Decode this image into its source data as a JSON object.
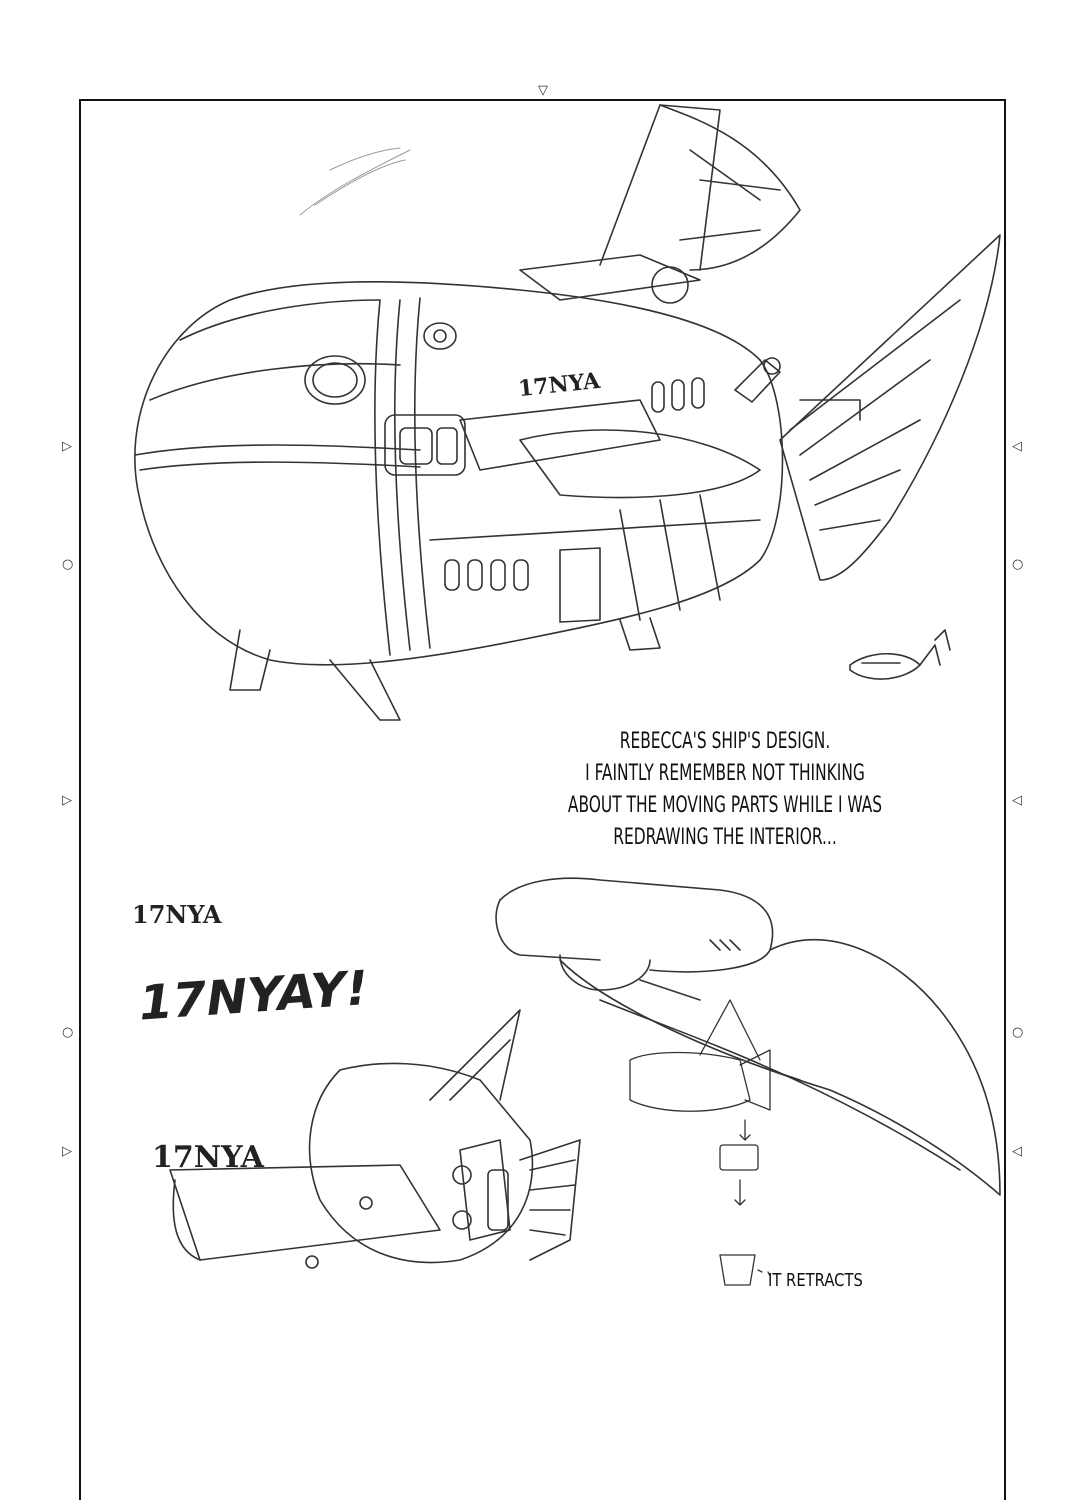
{
  "caption": {
    "line1": "REBECCA'S SHIP'S DESIGN.",
    "line2": "I FAINTLY REMEMBER NOT THINKING",
    "line3": "ABOUT THE MOVING PARTS WHILE I WAS",
    "line4": "REDRAWING THE INTERIOR..."
  },
  "note": "IT RETRACTS",
  "logos": {
    "hull": "17NYA",
    "sketch1": "17NYA",
    "sketch2": "17NYAY!",
    "sketch3": "17NYA"
  },
  "colors": {
    "ink": "#111111",
    "paper": "#ffffff",
    "pencil": "#555555"
  }
}
